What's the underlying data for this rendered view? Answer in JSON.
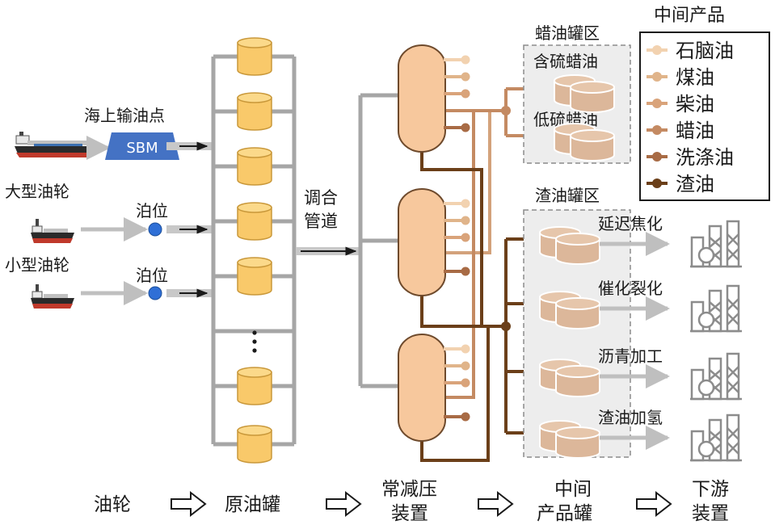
{
  "colors": {
    "pipe_gray": "#a6a6a6",
    "crude_tank_fill": "#f9c96a",
    "crude_tank_stroke": "#c9983a",
    "column_fill": "#f7c89d",
    "column_stroke": "#6e4a2c",
    "product_tank_fill": "#dcb79a",
    "area_fill": "#ededed",
    "sbm_blue": "#4472c4",
    "berth_blue": "#2f6fd6",
    "naphtha": "#f2d2b0",
    "kerosene": "#e0b48a",
    "diesel": "#d9a37a",
    "wax_oil": "#c48a62",
    "wash_oil": "#a86b45",
    "residue": "#6b3f19"
  },
  "sources": {
    "large_tanker": "大型油轮",
    "small_tanker": "小型油轮",
    "offshore_point": "海上输油点",
    "sbm": "SBM",
    "berth_1": "泊位",
    "berth_2": "泊位"
  },
  "blending": {
    "line1": "调合",
    "line2": "管道"
  },
  "wax_area": {
    "title": "蜡油罐区",
    "high_sulfur": "含硫蜡油",
    "low_sulfur": "低硫蜡油"
  },
  "residue_area": {
    "title": "渣油罐区"
  },
  "downstream": [
    "延迟焦化",
    "催化裂化",
    "沥青加工",
    "渣油加氢"
  ],
  "legend": {
    "title": "中间产品",
    "items": [
      {
        "label": "石脑油",
        "color": "#f2d2b0"
      },
      {
        "label": "煤油",
        "color": "#e0b48a"
      },
      {
        "label": "柴油",
        "color": "#d9a37a"
      },
      {
        "label": "蜡油",
        "color": "#c48a62"
      },
      {
        "label": "洗涤油",
        "color": "#a86b45"
      },
      {
        "label": "渣油",
        "color": "#6b3f19"
      }
    ]
  },
  "flow": {
    "step1": "油轮",
    "step2": "原油罐",
    "step3_line1": "常减压",
    "step3_line2": "装置",
    "step4_line1": "中间",
    "step4_line2": "产品罐",
    "step5_line1": "下游",
    "step5_line2": "装置"
  },
  "icons": {
    "crude_tank": "cylinder-tank-icon",
    "ship": "tanker-ship-icon",
    "column": "distillation-column-icon",
    "refinery": "refinery-unit-icon",
    "flow_arrow": "hollow-arrow-icon"
  }
}
